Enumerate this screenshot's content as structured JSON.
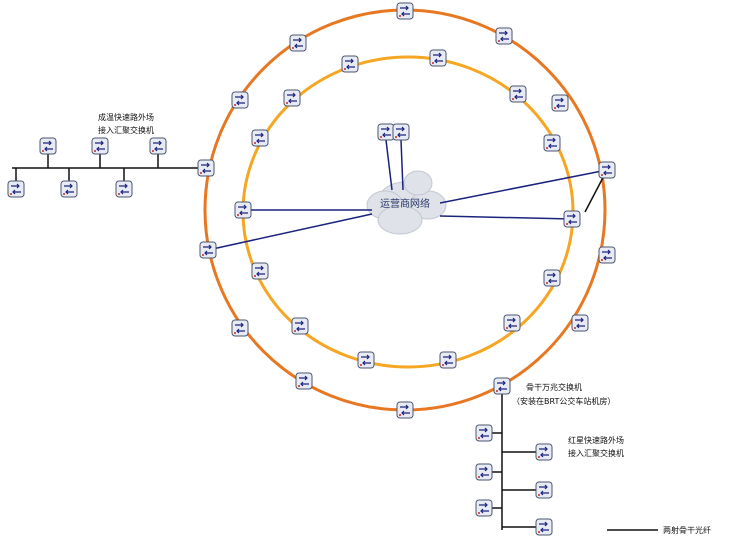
{
  "labels": {
    "west_station_line1": "成温快速路外场",
    "west_station_line2": "接入汇聚交换机",
    "cloud": "运营商网络",
    "backbone_line1": "骨干万兆交换机",
    "backbone_line2": "（安装在BRT公交车站机房）",
    "east_station_line1": "红星快速路外场",
    "east_station_line2": "接入汇聚交换机",
    "legend": "两射骨干光纤"
  },
  "colors": {
    "outer_ring": "#e87722",
    "inner_ring": "#f5a623",
    "link": "#1a237e",
    "tree": "#111111",
    "switch_body": "#e8ebf3",
    "switch_border": "#4a5570",
    "cloud": "#dfe2e8"
  },
  "icons": {
    "switch": "network-switch-icon",
    "cloud": "cloud-icon"
  }
}
